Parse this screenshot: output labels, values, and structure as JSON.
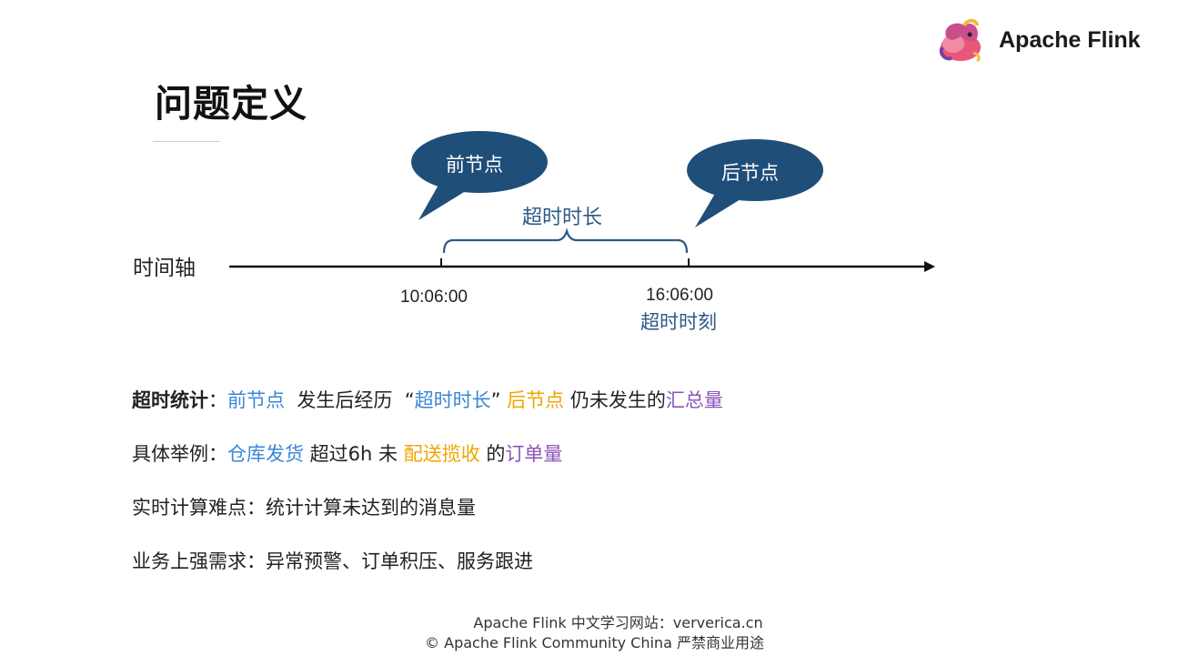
{
  "brand": {
    "name": "Apache Flink",
    "logo_icon": "flink-squirrel-icon"
  },
  "title": "问题定义",
  "diagram": {
    "axis_label": "时间轴",
    "prev_node_bubble": "前节点",
    "next_node_bubble": "后节点",
    "duration_label": "超时时长",
    "start_time": "10:06:00",
    "end_time": "16:06:00",
    "timeout_moment": "超时时刻",
    "bubble_color": "#1f4e79"
  },
  "definitions": [
    {
      "segments": [
        {
          "text": "超时统计",
          "style": "bold"
        },
        {
          "text": "：",
          "style": "plain"
        },
        {
          "text": "前节点",
          "style": "blue"
        },
        {
          "text": "  发生后经历  ",
          "style": "plain"
        },
        {
          "text": "“",
          "style": "plain"
        },
        {
          "text": "超时时长",
          "style": "blue"
        },
        {
          "text": "” ",
          "style": "plain"
        },
        {
          "text": "后节点",
          "style": "orange"
        },
        {
          "text": " 仍未发生的",
          "style": "plain"
        },
        {
          "text": "汇总量",
          "style": "purple"
        }
      ]
    },
    {
      "segments": [
        {
          "text": "具体举例",
          "style": "plain"
        },
        {
          "text": "：",
          "style": "plain"
        },
        {
          "text": "仓库发货",
          "style": "blue"
        },
        {
          "text": " 超过6h 未 ",
          "style": "plain"
        },
        {
          "text": "配送揽收",
          "style": "orange"
        },
        {
          "text": " 的",
          "style": "plain"
        },
        {
          "text": "订单量",
          "style": "purple"
        }
      ]
    },
    {
      "segments": [
        {
          "text": "实时计算难点：统计计算未达到的消息量",
          "style": "plain"
        }
      ]
    },
    {
      "segments": [
        {
          "text": "业务上强需求：异常预警、订单积压、服务跟进",
          "style": "plain"
        }
      ]
    }
  ],
  "footer": {
    "line1": "Apache Flink 中文学习网站：ververica.cn",
    "line2": "© Apache Flink Community China  严禁商业用途"
  },
  "colors": {
    "blue": "#3a87d6",
    "orange": "#f0a500",
    "purple": "#8a55b8",
    "dark_blue": "#2c5a88"
  }
}
